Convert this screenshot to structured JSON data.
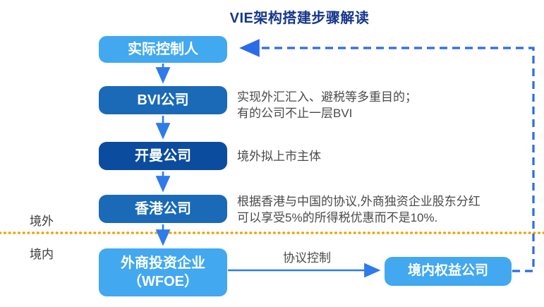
{
  "title": "VIE架构搭建步骤解读",
  "nodes": {
    "actual_controller": {
      "label": "实际控制人"
    },
    "bvi": {
      "label": "BVI公司"
    },
    "cayman": {
      "label": "开曼公司"
    },
    "hk": {
      "label": "香港公司"
    },
    "wfoe": {
      "line1": "外商投资企业",
      "line2": "（WFOE）"
    },
    "domestic": {
      "label": "境内权益公司"
    }
  },
  "notes": {
    "bvi": {
      "line1": "实现外汇汇入、避税等多重目的；",
      "line2": "有的公司不止一层BVI"
    },
    "cayman": {
      "line1": "境外拟上市主体"
    },
    "hk": {
      "line1": "根据香港与中国的协议,外商独资企业股东分红",
      "line2": "可以享受5%的所得税优惠而不是10%."
    }
  },
  "labels": {
    "edge_control": "协议控制",
    "offshore": "境外",
    "onshore": "境内"
  },
  "colors": {
    "node_light_blue": "#42A8F0",
    "node_medium_blue": "#1A6AB8",
    "node_dark_blue": "#0C4C9E",
    "title_navy": "#16368C",
    "arrow_blue": "#2E7BE9",
    "dashed_blue": "#2C6BE8",
    "border_orange": "#F0A202",
    "note_gray": "#4a4a4a"
  }
}
